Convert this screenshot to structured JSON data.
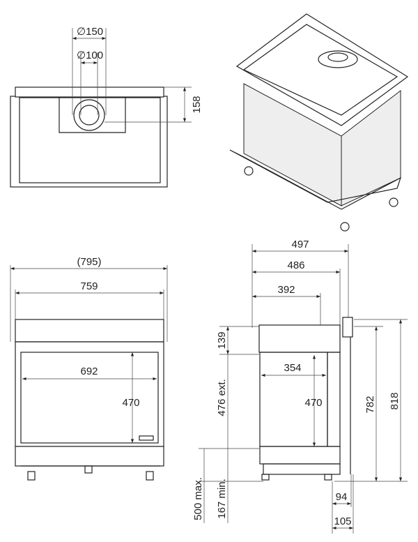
{
  "top_view": {
    "dia_outer": "∅150",
    "dia_inner": "∅100",
    "height_flue": "158"
  },
  "front_view": {
    "overall_width": "(795)",
    "width": "759",
    "glass_width": "692",
    "glass_height": "470"
  },
  "side_view": {
    "depth_total": "497",
    "depth": "486",
    "depth_top": "392",
    "glass_depth": "354",
    "glass_height": "470",
    "top_height": "139",
    "ext_height": "476 ext.",
    "max_height": "500 max.",
    "min_height": "167 min.",
    "height_782": "782",
    "height_818": "818",
    "offset_94": "94",
    "offset_105": "105"
  }
}
